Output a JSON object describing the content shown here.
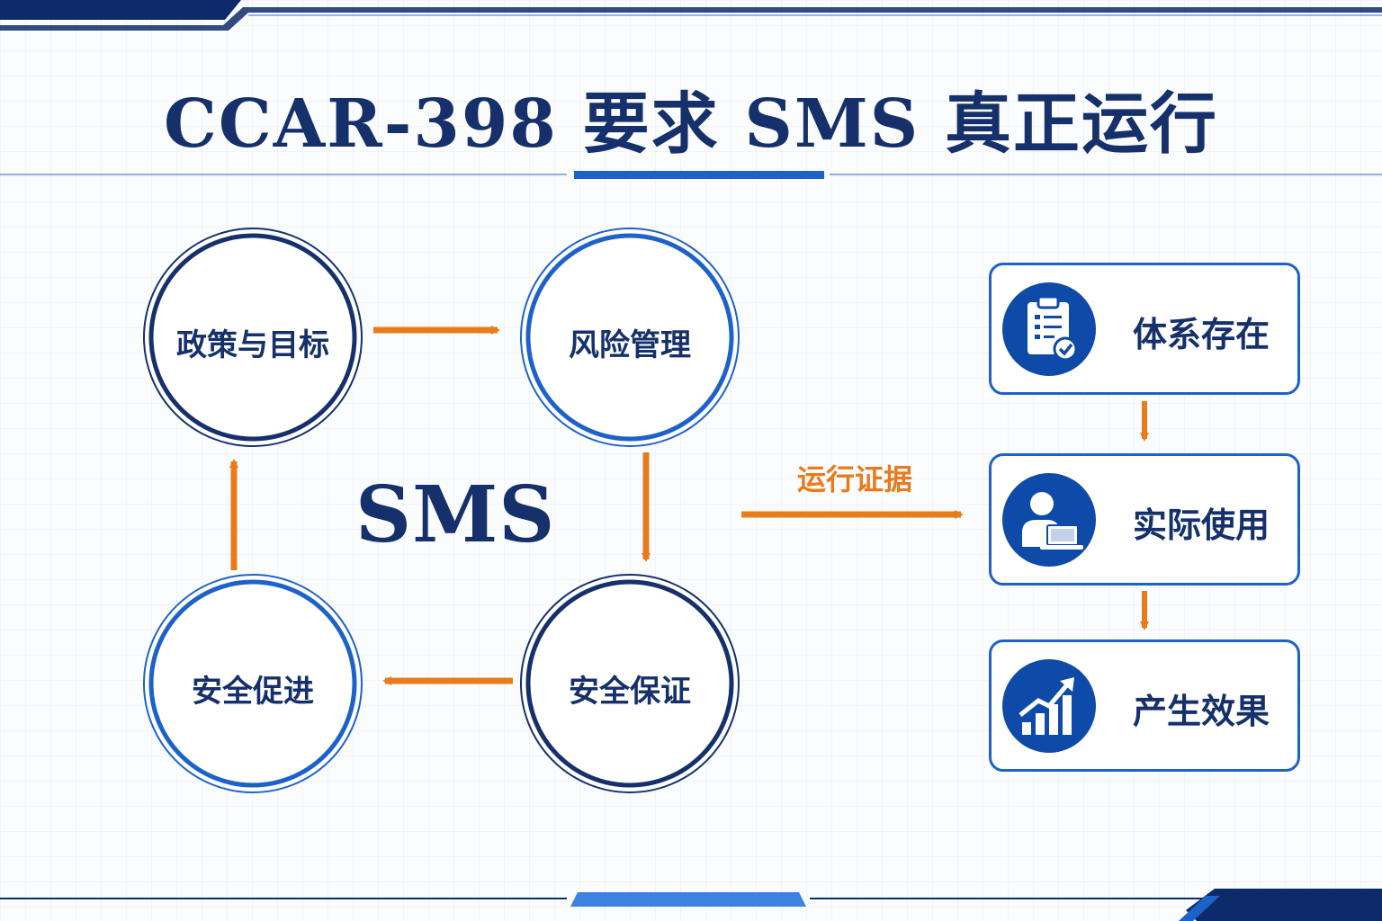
{
  "title": "CCAR-398 要求 SMS 真正运行",
  "center_label": "SMS",
  "cycle": {
    "policy": "政策与目标",
    "risk": "风险管理",
    "assurance": "安全保证",
    "promotion": "安全促进"
  },
  "evidence_label": "运行证据",
  "cards": [
    {
      "label": "体系存在",
      "icon": "clipboard-check-icon"
    },
    {
      "label": "实际使用",
      "icon": "person-laptop-icon"
    },
    {
      "label": "产生效果",
      "icon": "growth-chart-icon"
    }
  ],
  "colors": {
    "navy": "#15306b",
    "blue": "#1d62c8",
    "orange": "#e87b1c",
    "icon_bg": "#0e4aa8"
  }
}
